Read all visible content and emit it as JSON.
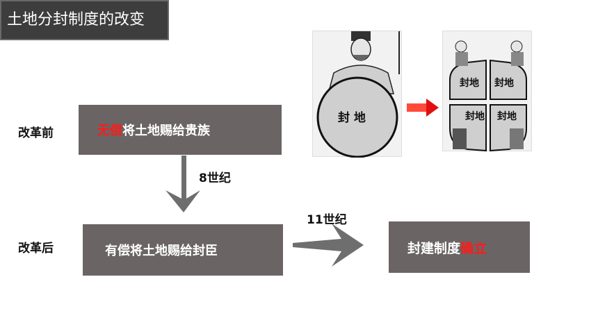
{
  "title": "土地分封制度的改变",
  "before": {
    "label": "改革前",
    "box_red": "无偿",
    "box_rest": "将土地赐给贵族"
  },
  "after": {
    "label": "改革后",
    "box_text": "有偿将土地赐给封臣"
  },
  "arrow_down_label": "8世纪",
  "arrow_right_label": "11世纪",
  "result": {
    "text_plain": "封建制度",
    "text_red": "确立"
  },
  "illustration_left": {
    "stamp": "封 地"
  },
  "illustration_right": {
    "stamps": [
      "封地",
      "封地",
      "封地",
      "封地"
    ]
  },
  "colors": {
    "box_fill": "#6b6464",
    "accent_red": "#ff1a1a",
    "title_fill": "#3d3d3d"
  }
}
